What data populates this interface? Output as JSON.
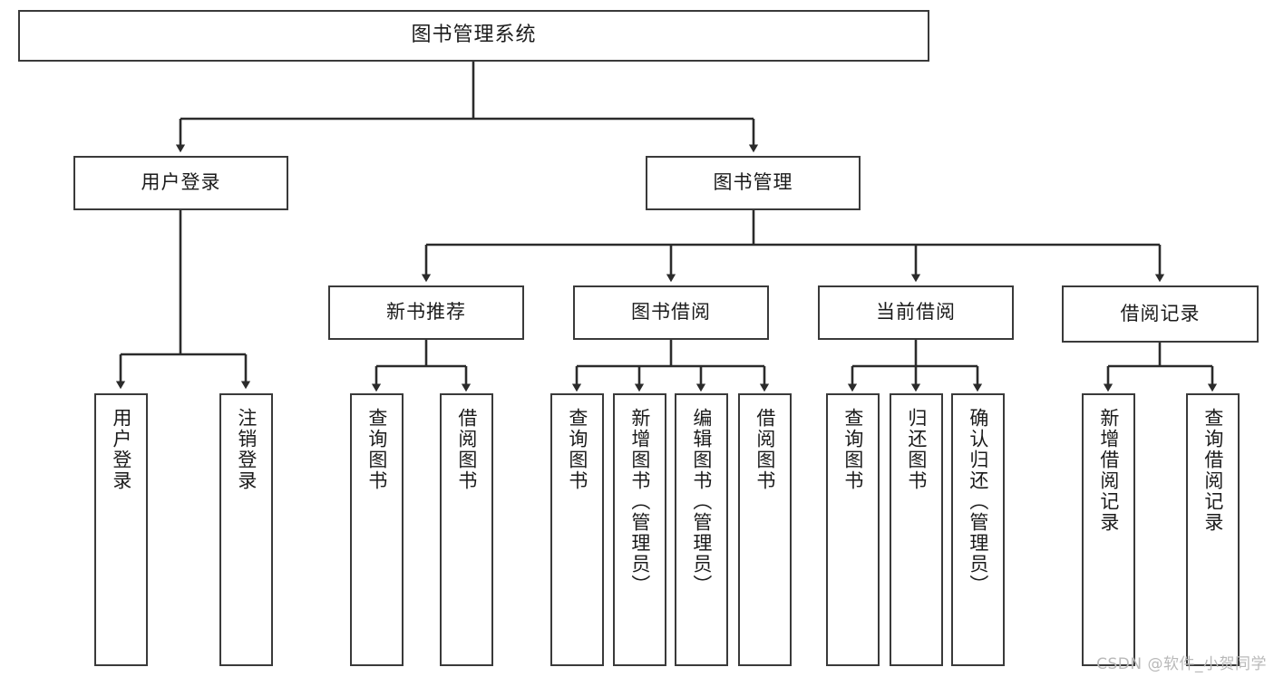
{
  "diagram": {
    "title": "图书管理系统",
    "type": "tree-hierarchy",
    "watermark": "CSDN @软件_小贺同学",
    "colors": {
      "background": "#ffffff",
      "box_border": "#3a3a3a",
      "box_fill": "#ffffff",
      "text": "#1b1b1b",
      "connector": "#2b2b2b",
      "watermark": "#b9b9b9"
    }
  },
  "nodes": {
    "root": {
      "label": "图书管理系统"
    },
    "level1": [
      {
        "id": "user-login",
        "label": "用户登录"
      },
      {
        "id": "book-manage",
        "label": "图书管理"
      }
    ],
    "level2": [
      {
        "id": "new-book-recommend",
        "label": "新书推荐"
      },
      {
        "id": "book-borrow",
        "label": "图书借阅"
      },
      {
        "id": "current-borrow",
        "label": "当前借阅"
      },
      {
        "id": "borrow-record",
        "label": "借阅记录"
      }
    ],
    "leaves": {
      "user_login": [
        {
          "id": "leaf-user-login",
          "label": "用户登录"
        },
        {
          "id": "leaf-logout-login",
          "label": "注销登录"
        }
      ],
      "new_book_recommend": [
        {
          "id": "leaf-query-book-1",
          "label": "查询图书"
        },
        {
          "id": "leaf-borrow-book-1",
          "label": "借阅图书"
        }
      ],
      "book_borrow": [
        {
          "id": "leaf-query-book-2",
          "label": "查询图书"
        },
        {
          "id": "leaf-add-book",
          "label": "新增图书（管理员）"
        },
        {
          "id": "leaf-edit-book",
          "label": "编辑图书（管理员）"
        },
        {
          "id": "leaf-borrow-book-2",
          "label": "借阅图书"
        }
      ],
      "current_borrow": [
        {
          "id": "leaf-query-book-3",
          "label": "查询图书"
        },
        {
          "id": "leaf-return-book",
          "label": "归还图书"
        },
        {
          "id": "leaf-confirm-return",
          "label": "确认归还（管理员）"
        }
      ],
      "borrow_record": [
        {
          "id": "leaf-add-record",
          "label": "新增借阅记录"
        },
        {
          "id": "leaf-query-record",
          "label": "查询借阅记录"
        }
      ]
    }
  }
}
